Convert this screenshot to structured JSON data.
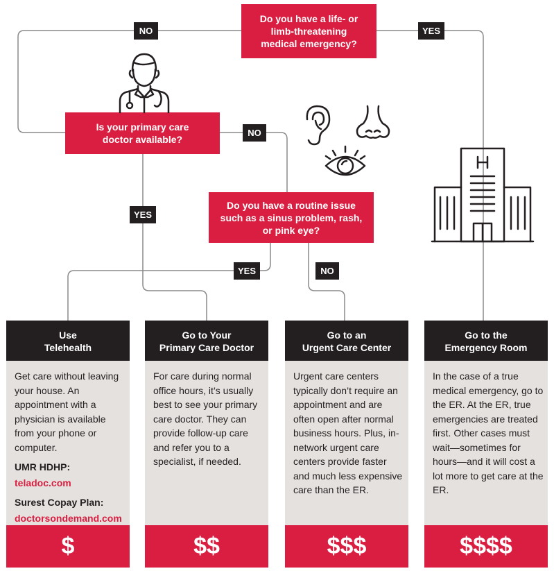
{
  "colors": {
    "accent": "#d91e41",
    "dark": "#231f20",
    "card_bg": "#e4e1de"
  },
  "questions": {
    "q1": [
      "Do you have a life- or",
      "limb-threatening",
      "medical emergency?"
    ],
    "q2": [
      "Is your primary care",
      "doctor available?"
    ],
    "q3": [
      "Do you have a routine issue",
      "such as a sinus problem, rash,",
      "or pink eye?"
    ]
  },
  "tags": {
    "no": "NO",
    "yes": "YES"
  },
  "cards": [
    {
      "title": [
        "Use",
        "Telehealth"
      ],
      "body": "Get care without leaving your house. An appointment with a physician is available from your phone or computer.",
      "plans": [
        {
          "label": "UMR HDHP:",
          "link": "teladoc.com"
        },
        {
          "label": "Surest Copay Plan:",
          "link": "doctorsondemand.com"
        }
      ],
      "cost": "$"
    },
    {
      "title": [
        "Go to Your",
        "Primary Care Doctor"
      ],
      "body": "For care during normal office hours, it’s usually best to see your primary care doctor. They can provide follow-up care and refer you to a specialist, if needed.",
      "cost": "$$"
    },
    {
      "title": [
        "Go to an",
        "Urgent Care Center"
      ],
      "body": "Urgent care centers typically don’t require an appointment and are often open after normal business hours. Plus, in-network urgent care centers provide faster and much less expensive care than the ER.",
      "cost": "$$$"
    },
    {
      "title": [
        "Go to the",
        "Emergency Room"
      ],
      "body": "In the case of a true medical emergency, go to the ER. At the ER, true emergencies are treated first. Other cases must wait—sometimes for hours—and it will cost a lot more to get care at the ER.",
      "cost": "$$$$"
    }
  ],
  "icons": [
    "doctor-icon",
    "ear-icon",
    "nose-icon",
    "eye-icon",
    "hospital-icon"
  ]
}
